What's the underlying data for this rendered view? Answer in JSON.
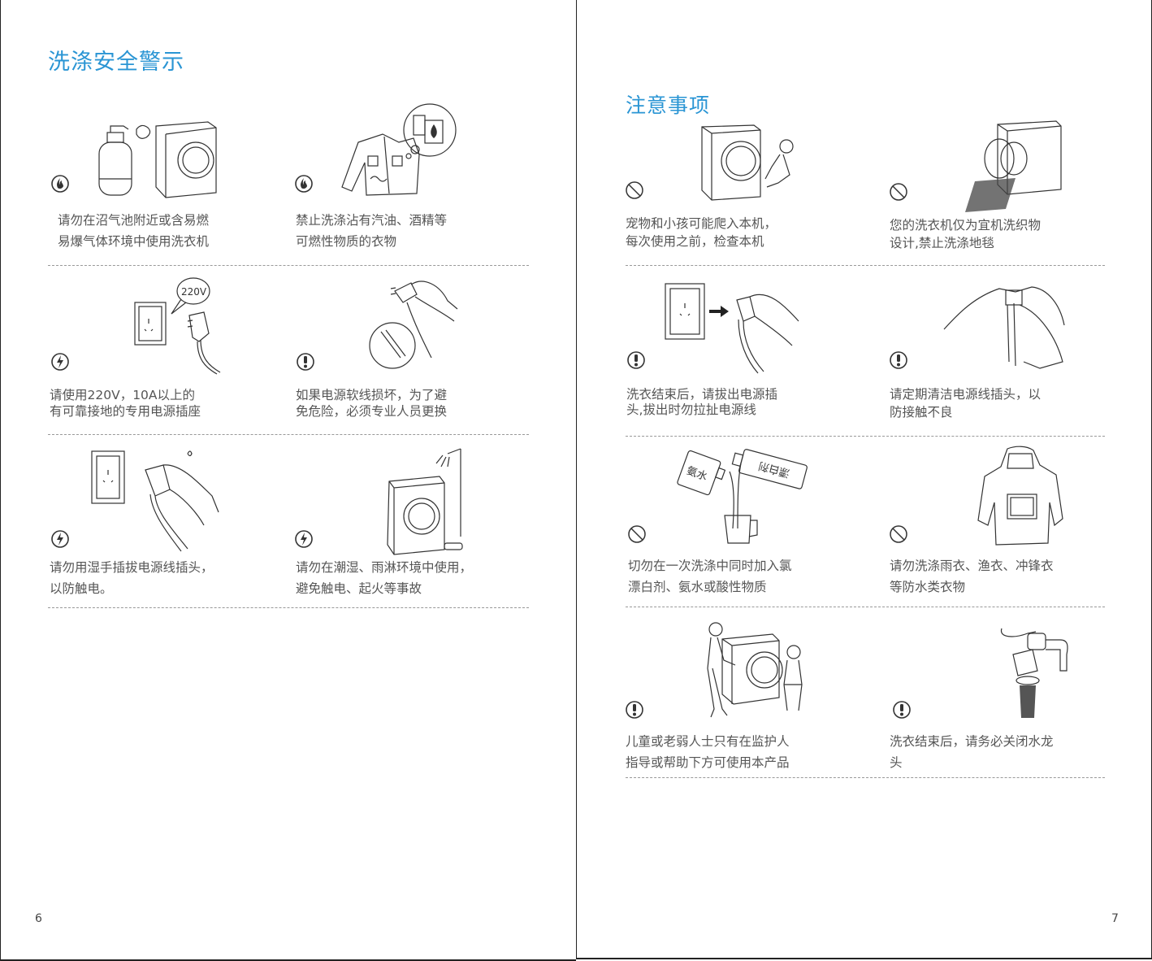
{
  "left_page": {
    "title": "洗涤安全警示",
    "page_number": "6",
    "items": [
      {
        "icon": "fire-icon",
        "lines": [
          "请勿在沼气池附近或含易燃",
          "易爆气体环境中使用洗衣机"
        ],
        "illustration": "gas-tank-and-washer"
      },
      {
        "icon": "fire-icon",
        "lines": [
          "禁止洗涤沾有汽油、酒精等",
          "可燃性物质的衣物"
        ],
        "illustration": "stained-jacket-flammables"
      },
      {
        "icon": "lightning-icon",
        "lines": [
          "请使用220V，10A以上的",
          "有可靠接地的专用电源插座"
        ],
        "illustration": "wall-socket-plug",
        "badge": "220V"
      },
      {
        "icon": "exclamation-icon",
        "lines": [
          "如果电源软线损坏，为了避",
          "免危险，必须专业人员更换"
        ],
        "illustration": "damaged-cord"
      },
      {
        "icon": "lightning-icon",
        "lines": [
          "请勿用湿手插拔电源线插头，",
          "以防触电。"
        ],
        "illustration": "wet-hand-plug"
      },
      {
        "icon": "lightning-icon",
        "lines": [
          "请勿在潮湿、雨淋环境中使用，",
          "避免触电、起火等事故"
        ],
        "illustration": "washer-under-shower"
      }
    ]
  },
  "right_page": {
    "title": "注意事项",
    "page_number": "7",
    "items": [
      {
        "icon": "prohibited-icon",
        "lines": [
          "宠物和小孩可能爬入本机，",
          "每次使用之前，检查本机"
        ],
        "illustration": "child-climbing-washer"
      },
      {
        "icon": "prohibited-icon",
        "lines": [
          "您的洗衣机仅为宜机洗织物",
          "设计,禁止洗涤地毯"
        ],
        "illustration": "washer-with-carpet"
      },
      {
        "icon": "exclamation-icon",
        "lines": [
          "洗衣结束后，请拔出电源插",
          "头,拔出时勿拉扯电源线"
        ],
        "illustration": "unplug-from-socket"
      },
      {
        "icon": "exclamation-icon",
        "lines": [
          "请定期清洁电源线插头，以",
          "防接触不良"
        ],
        "illustration": "cleaning-plug"
      },
      {
        "icon": "prohibited-icon",
        "lines": [
          "切勿在一次洗涤中同时加入氯",
          "漂白剂、氨水或酸性物质"
        ],
        "illustration": "mixing-chemicals",
        "labels": [
          "氨水",
          "漂白剂"
        ]
      },
      {
        "icon": "prohibited-icon",
        "lines": [
          "请勿洗涤雨衣、渔衣、冲锋衣",
          "等防水类衣物"
        ],
        "illustration": "raincoat"
      },
      {
        "icon": "exclamation-icon",
        "lines": [
          "儿童或老弱人士只有在监护人",
          "指导或帮助下方可使用本产品"
        ],
        "illustration": "adult-and-child-at-washer"
      },
      {
        "icon": "exclamation-icon",
        "lines": [
          "洗衣结束后，请务必关闭水龙",
          "头"
        ],
        "illustration": "water-tap"
      }
    ]
  },
  "colors": {
    "title": "#2a95d4",
    "text": "#555555",
    "divider": "#999999"
  }
}
